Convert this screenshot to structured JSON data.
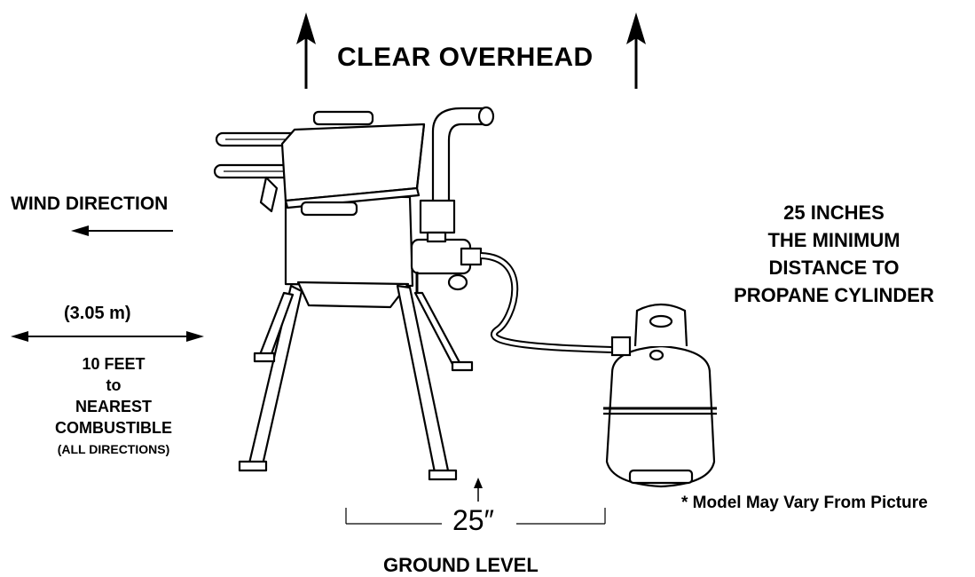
{
  "header": {
    "clear_overhead": "CLEAR OVERHEAD"
  },
  "wind": {
    "label": "WIND DIRECTION"
  },
  "clearance": {
    "metric": "(3.05 m)",
    "line1": "10 FEET",
    "line2": "to",
    "line3": "NEAREST",
    "line4": "COMBUSTIBLE",
    "line5": "(ALL DIRECTIONS)"
  },
  "cylinder_distance": {
    "line1": "25 INCHES",
    "line2": "THE MINIMUM",
    "line3": "DISTANCE TO",
    "line4": "PROPANE CYLINDER"
  },
  "dimension": {
    "label": "25″"
  },
  "ground": {
    "label": "GROUND LEVEL"
  },
  "note": {
    "text": "* Model May Vary From Picture"
  },
  "icons": [
    "up-arrow-icon",
    "left-arrow-icon",
    "double-arrow-icon",
    "fryer-icon",
    "propane-tank-icon",
    "hose-icon"
  ]
}
